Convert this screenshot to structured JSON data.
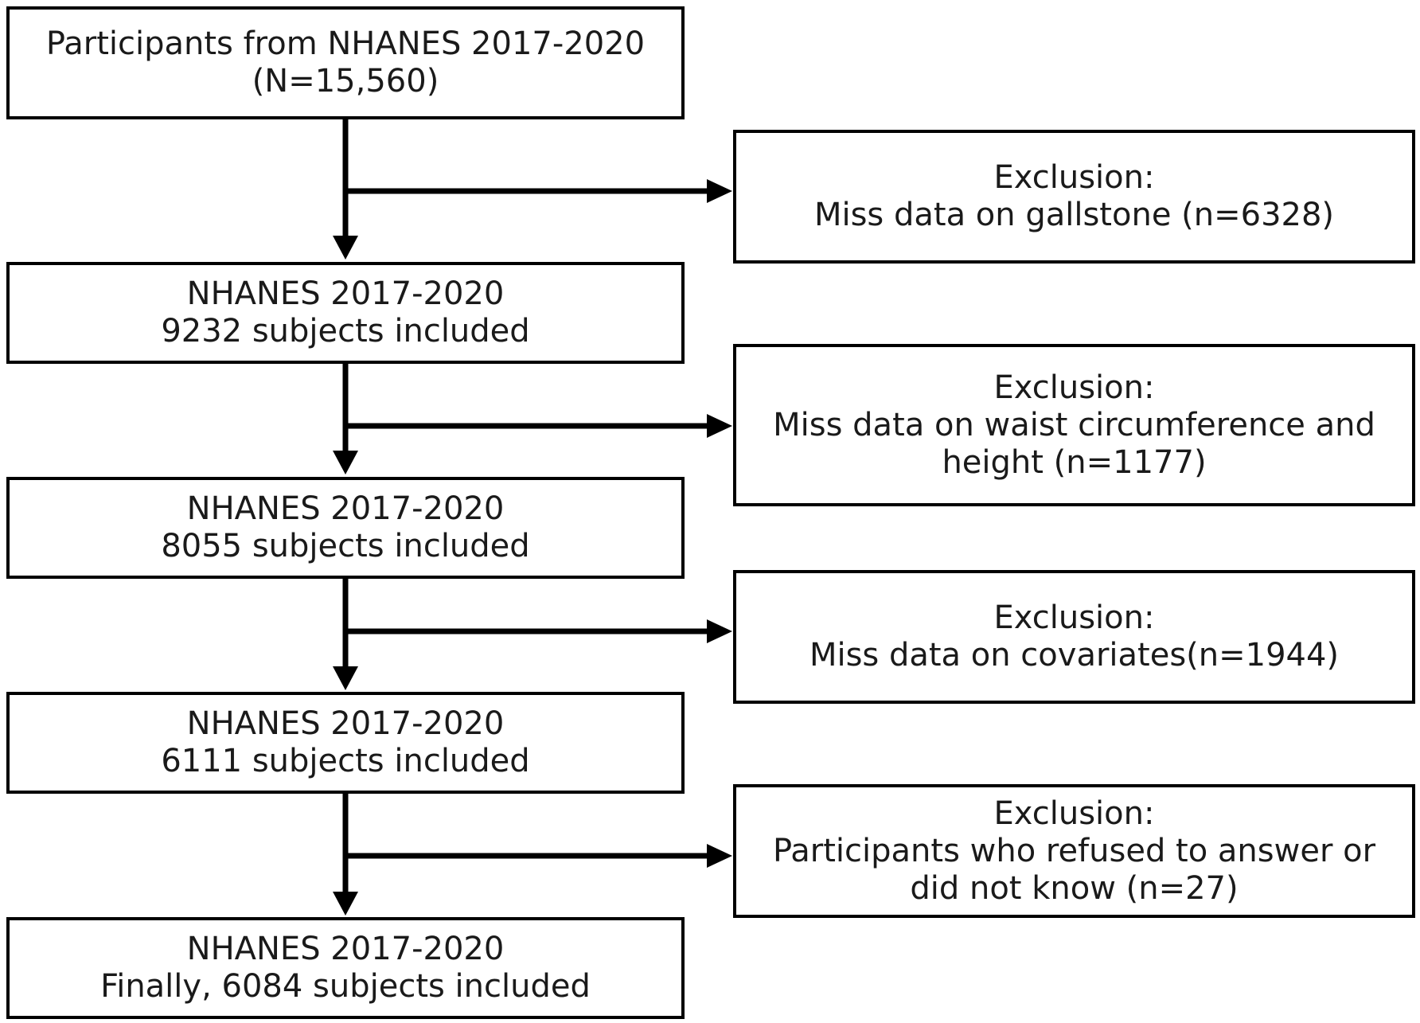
{
  "colors": {
    "stroke": "#000000",
    "text": "#1a1a1a",
    "background": "#ffffff"
  },
  "flow": {
    "steps": [
      {
        "line1": "Participants from NHANES 2017-2020",
        "line2": "(N=15,560)"
      },
      {
        "line1": "NHANES 2017-2020",
        "line2": "9232 subjects included"
      },
      {
        "line1": "NHANES 2017-2020",
        "line2": "8055 subjects included"
      },
      {
        "line1": "NHANES 2017-2020",
        "line2": "6111 subjects included"
      },
      {
        "line1": "NHANES 2017-2020",
        "line2": "Finally, 6084 subjects included"
      }
    ],
    "exclusions": [
      {
        "heading": "Exclusion:",
        "text": "Miss data on gallstone (n=6328)"
      },
      {
        "heading": "Exclusion:",
        "text": "Miss data on waist circumference and height (n=1177)"
      },
      {
        "heading": "Exclusion:",
        "text": "Miss data on covariates(n=1944)"
      },
      {
        "heading": "Exclusion:",
        "text": "Participants who refused to answer or did not know (n=27)"
      }
    ]
  }
}
